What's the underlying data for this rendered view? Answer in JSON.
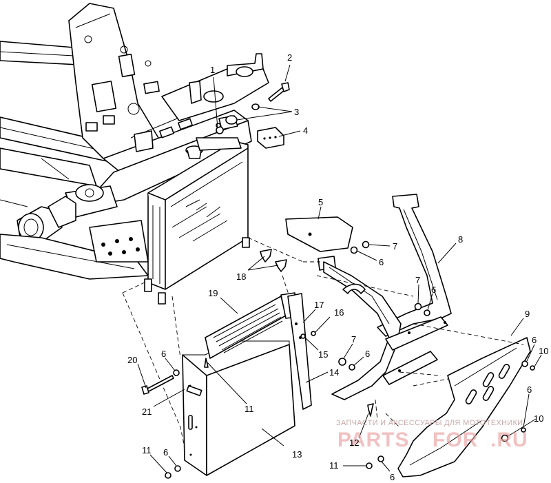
{
  "callouts": [
    {
      "id": "c1",
      "label": "1"
    },
    {
      "id": "c2",
      "label": "2"
    },
    {
      "id": "c3",
      "label": "3"
    },
    {
      "id": "c4",
      "label": "4"
    },
    {
      "id": "c5",
      "label": "5"
    },
    {
      "id": "c6a",
      "label": "6"
    },
    {
      "id": "c7a",
      "label": "7"
    },
    {
      "id": "c8",
      "label": "8"
    },
    {
      "id": "c18",
      "label": "18"
    },
    {
      "id": "c7b",
      "label": "7"
    },
    {
      "id": "c6b",
      "label": "6"
    },
    {
      "id": "c9",
      "label": "9"
    },
    {
      "id": "c19",
      "label": "19"
    },
    {
      "id": "c17",
      "label": "17"
    },
    {
      "id": "c16",
      "label": "16"
    },
    {
      "id": "c15",
      "label": "15"
    },
    {
      "id": "c7c",
      "label": "7"
    },
    {
      "id": "c6c",
      "label": "6"
    },
    {
      "id": "c6d",
      "label": "6"
    },
    {
      "id": "c10a",
      "label": "10"
    },
    {
      "id": "c20",
      "label": "20"
    },
    {
      "id": "c6e",
      "label": "6"
    },
    {
      "id": "c14",
      "label": "14"
    },
    {
      "id": "c11a",
      "label": "11"
    },
    {
      "id": "c21",
      "label": "21"
    },
    {
      "id": "c6f",
      "label": "6"
    },
    {
      "id": "c10b",
      "label": "10"
    },
    {
      "id": "c12",
      "label": "12"
    },
    {
      "id": "c13",
      "label": "13"
    },
    {
      "id": "c11b",
      "label": "11"
    },
    {
      "id": "c6g",
      "label": "6"
    },
    {
      "id": "c11c",
      "label": "11"
    },
    {
      "id": "c6h",
      "label": "6"
    }
  ],
  "watermark": {
    "caption": "ЗАПЧАСТИ И АКСЕССУАРЫ ДЛЯ МОТОТЕХНИКИ",
    "logo_left": "PARTS",
    "logo_right": "FOR",
    "logo_suffix": ".RU",
    "color": "#e9a0a0"
  }
}
